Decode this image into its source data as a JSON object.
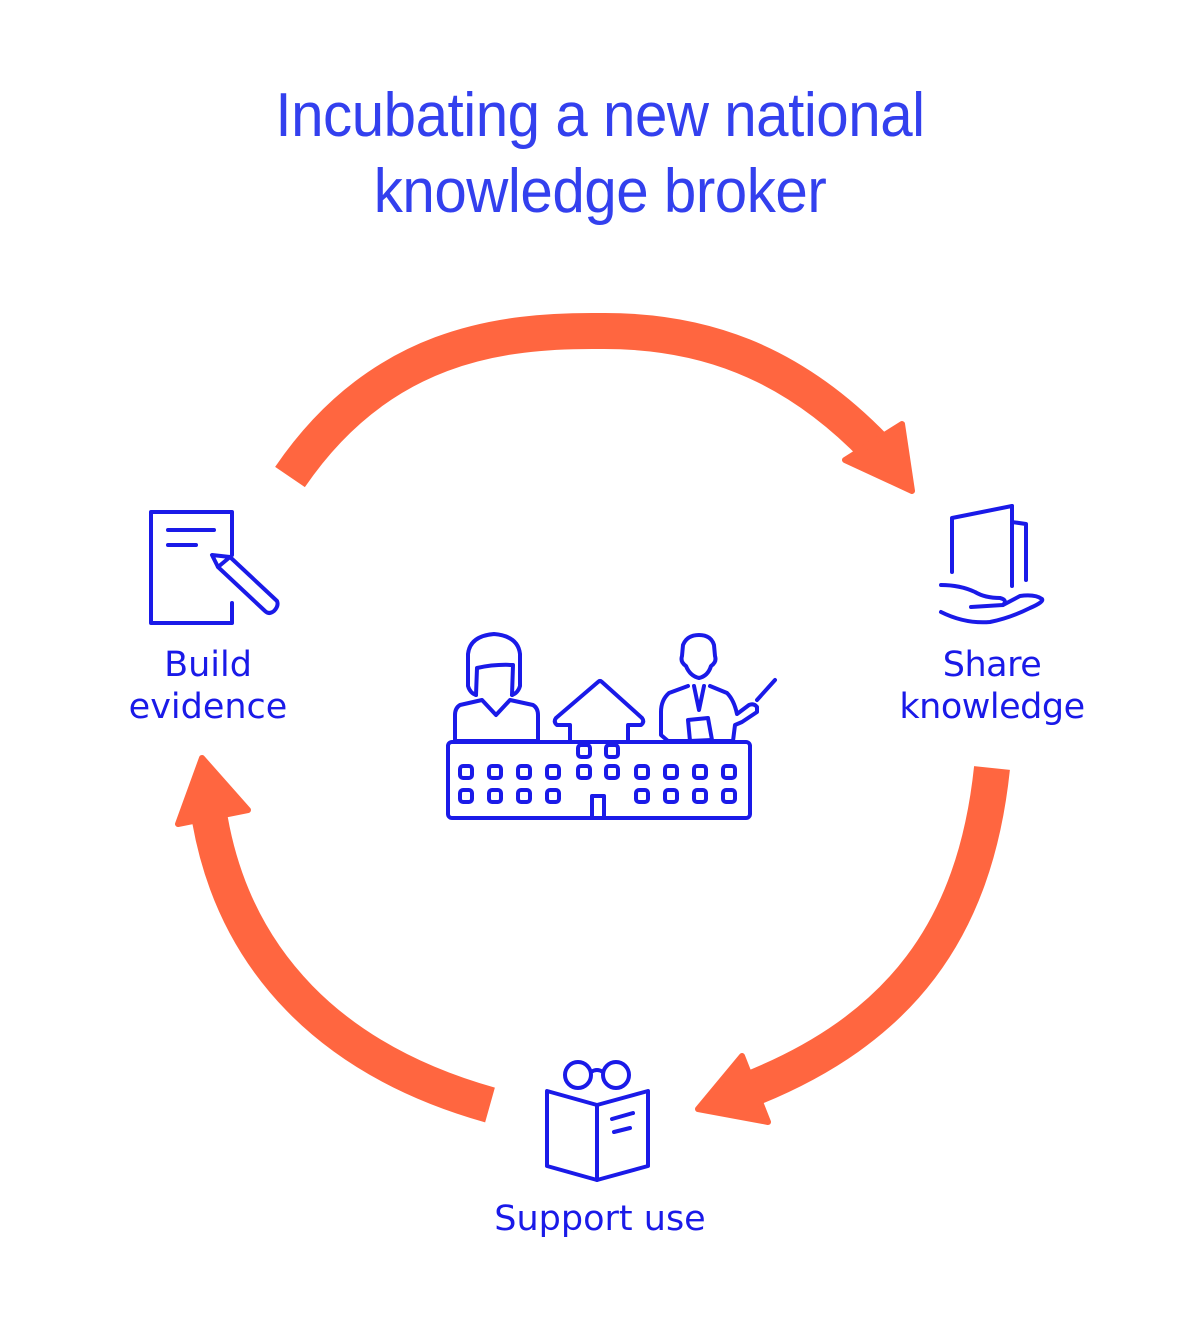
{
  "title": {
    "line1": "Incubating a new national",
    "line2": "knowledge broker"
  },
  "cycle": {
    "stages": [
      {
        "id": "build-evidence",
        "line1": "Build",
        "line2": "evidence",
        "icon": "document-pencil-icon"
      },
      {
        "id": "share-knowledge",
        "line1": "Share",
        "line2": "knowledge",
        "icon": "hand-holding-book-icon"
      },
      {
        "id": "support-use",
        "line1": "Support use",
        "line2": "",
        "icon": "reading-glasses-book-icon"
      }
    ],
    "center_icon": "school-with-teachers-icon",
    "direction": "clockwise"
  },
  "colors": {
    "title": "#3340EE",
    "icon_and_label": "#1A1AE8",
    "arrow": "#FF6640",
    "background": "#FFFFFF"
  }
}
